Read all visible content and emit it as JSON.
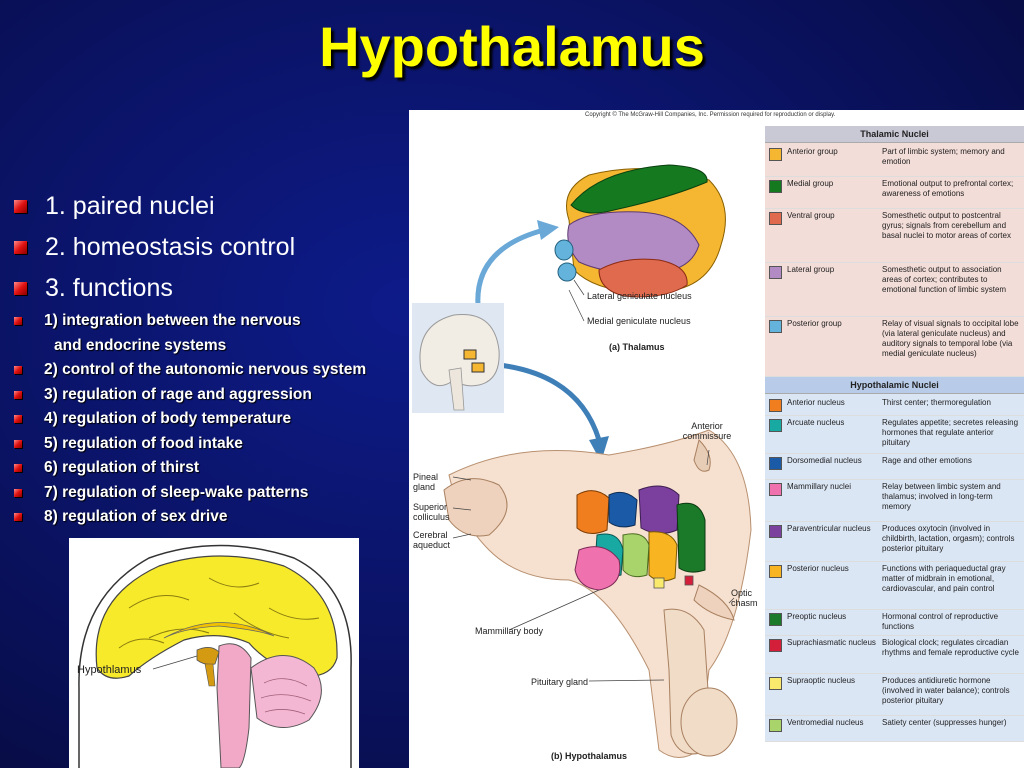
{
  "slide": {
    "title": "Hypothalamus",
    "bullets": [
      {
        "text": "1.  paired nuclei",
        "size": "big"
      },
      {
        "text": "2.  homeostasis control",
        "size": "big"
      },
      {
        "text": "3.  functions",
        "size": "big"
      },
      {
        "text": "1) integration between the nervous",
        "size": "small"
      },
      {
        "text": " and endocrine systems",
        "size": "cont"
      },
      {
        "text": "2) control of the autonomic nervous system",
        "size": "small"
      },
      {
        "text": "3) regulation of rage and aggression",
        "size": "small"
      },
      {
        "text": "4) regulation of body temperature",
        "size": "small"
      },
      {
        "text": "5) regulation of food intake",
        "size": "small"
      },
      {
        "text": "6) regulation of thirst",
        "size": "small"
      },
      {
        "text": "7) regulation of sleep-wake patterns",
        "size": "small"
      },
      {
        "text": "8) regulation of sex drive",
        "size": "small"
      }
    ]
  },
  "brain_image": {
    "label": "Hypothlamus"
  },
  "figure": {
    "copyright": "Copyright © The McGraw-Hill Companies, Inc. Permission required for reproduction or display.",
    "labels": {
      "lateral_geniculate": "Lateral geniculate nucleus",
      "medial_geniculate": "Medial geniculate nucleus",
      "caption_a": "(a) Thalamus",
      "anterior_commissure": "Anterior commissure",
      "pineal_gland": "Pineal gland",
      "superior_colliculus": "Superior colliculus",
      "cerebral_aqueduct": "Cerebral aqueduct",
      "optic_chiasm": "Optic chasm",
      "mammillary_body": "Mammillary body",
      "pituitary_gland": "Pituitary gland",
      "caption_b": "(b) Hypothalamus"
    }
  },
  "table": {
    "thalamic_header": "Thalamic Nuclei",
    "thalamic": [
      {
        "name": "Anterior group",
        "desc": "Part of limbic system; memory and emotion",
        "color": "#f5b731"
      },
      {
        "name": "Medial group",
        "desc": "Emotional output to prefrontal cortex; awareness of emotions",
        "color": "#157a1f"
      },
      {
        "name": "Ventral group",
        "desc": "Somesthetic output to postcentral gyrus; signals from cerebellum and basal nuclei to motor areas of cortex",
        "color": "#e06a4e"
      },
      {
        "name": "Lateral group",
        "desc": "Somesthetic output to association areas of cortex; contributes to emotional function of limbic system",
        "color": "#b28ac4"
      },
      {
        "name": "Posterior group",
        "desc": "Relay of visual signals to occipital lobe (via lateral geniculate nucleus) and auditory signals to temporal lobe (via medial geniculate nucleus)",
        "color": "#63b3dc"
      }
    ],
    "hypothalamic_header": "Hypothalamic Nuclei",
    "hypothalamic": [
      {
        "name": "Anterior nucleus",
        "desc": "Thirst center; thermoregulation",
        "color": "#f07d1e"
      },
      {
        "name": "Arcuate nucleus",
        "desc": "Regulates appetite; secretes releasing hormones that regulate anterior pituitary",
        "color": "#19a9a3"
      },
      {
        "name": "Dorsomedial nucleus",
        "desc": "Rage and other emotions",
        "color": "#1b5aa6"
      },
      {
        "name": "Mammillary nuclei",
        "desc": "Relay between limbic system and thalamus; involved in long-term memory",
        "color": "#ef71ae"
      },
      {
        "name": "Paraventricular nucleus",
        "desc": "Produces oxytocin (involved in childbirth, lactation, orgasm); controls posterior pituitary",
        "color": "#7b3f9e"
      },
      {
        "name": "Posterior nucleus",
        "desc": "Functions with periaqueductal gray matter of midbrain in emotional, cardiovascular, and pain control",
        "color": "#f8b521"
      },
      {
        "name": "Preoptic nucleus",
        "desc": "Hormonal control of reproductive functions",
        "color": "#1a7a2a"
      },
      {
        "name": "Suprachiasmatic nucleus",
        "desc": "Biological clock; regulates circadian rhythms and female reproductive cycle",
        "color": "#d41f3a"
      },
      {
        "name": "Supraoptic nucleus",
        "desc": "Produces antidiuretic hormone (involved in water balance); controls posterior pituitary",
        "color": "#f9ea6e"
      },
      {
        "name": "Ventromedial nucleus",
        "desc": "Satiety center (suppresses hunger)",
        "color": "#a9d36b"
      }
    ]
  }
}
